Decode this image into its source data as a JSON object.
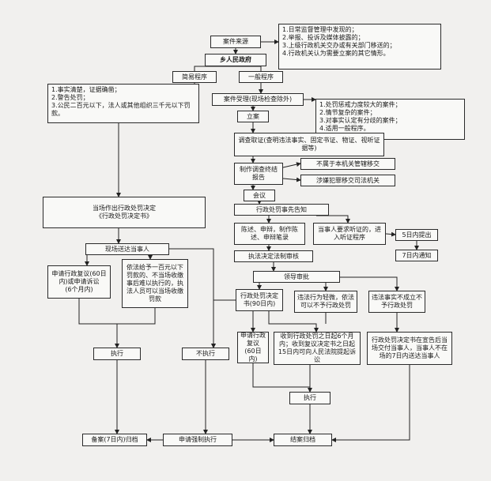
{
  "nodes": {
    "source": "案件来源",
    "source_list": "1.日常监督管理中发现的；\n2.举报、投诉及媒体披露的；\n3.上级行政机关交办或有关部门移送的；\n4.行政机关认为需要立案的其它情形。",
    "gov": "乡人民政府",
    "simple": "简易程序",
    "general": "一般程序",
    "simple_cond": "1.事实清楚，证据确凿；\n2.警告处罚；\n3.公民二百元以下，法人或其他组织三千元以下罚款。",
    "general_cond": "1.处罚惩戒力度较大的案件；\n2.情节复杂的案件；\n3.对事实认定有分歧的案件；\n4.适用一般程序。",
    "accept": "案件受理(现场检查除外)",
    "filing": "立案",
    "investigate": "调查取证(查明违法事实、固定书证、物证、视听证据等)",
    "end_report": "制作调查终结报告",
    "not_jurisdiction": "不属于本机关管辖移交",
    "crime_transfer": "涉嫌犯罪移交司法机关",
    "meeting": "会议",
    "on_site": "当场作出行政处罚决定\n《行政处罚决定书》",
    "pre_notice": "行政处罚事先告知",
    "defense": "陈述、申辩，制作陈述、申辩笔录",
    "hearing": "当事人要求听证的，进入听证程序",
    "five_days": "5日内提出",
    "seven_days": "7日内通知",
    "review": "执法决定法制审核",
    "deliver": "现场送达当事人",
    "approve": "领导审批",
    "apply_review_simple": "申请行政复议(60日内)或申请诉讼\n(6个月内)",
    "on_site_collect": "依法给予一百元以下罚款的、不当场收缴事后难以执行的，执法人员可以当场收缴罚款",
    "decision_90": "行政处罚决定书(90日内)",
    "minor": "违法行为轻微，依法可以不予行政处罚",
    "not_established": "违法事实不成立不予行政处罚",
    "apply_review_general": "申请行政复议\n(60日内)",
    "litigation": "收到行政处罚之日起6个月内；收到复议决定书之日起15日内可向人民法院提起诉讼",
    "serve_decision": "行政处罚决定书在宣告后当场交付当事人，当事人不在场的7日内送达当事人",
    "execute_left": "执行",
    "not_execute": "不执行",
    "execute_right": "执行",
    "archive_7": "备案(7日内)归档",
    "enforce": "申请强制执行",
    "close_archive": "结案归档"
  },
  "colors": {
    "line": "#222222",
    "box_fill": "#f9f9f7",
    "page": "#f1f0ee"
  }
}
